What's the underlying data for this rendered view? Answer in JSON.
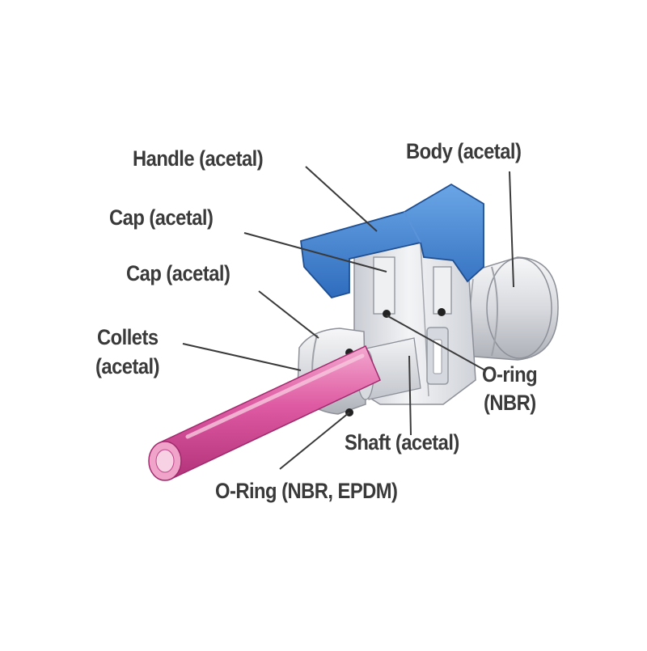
{
  "labels": {
    "handle": "Handle (acetal)",
    "body": "Body (acetal)",
    "cap_upper": "Cap (acetal)",
    "cap_lower": "Cap (acetal)",
    "collets_line1": "Collets",
    "collets_line2": "(acetal)",
    "oring_right_line1": "O-ring",
    "oring_right_line2": "(NBR)",
    "shaft": "Shaft (acetal)",
    "oring_bottom": "O-Ring (NBR, EPDM)"
  },
  "colors": {
    "handle": "#3f7fcf",
    "tube": "#d9509a",
    "body": "#e4e6ea",
    "text": "#3a3a3a"
  }
}
